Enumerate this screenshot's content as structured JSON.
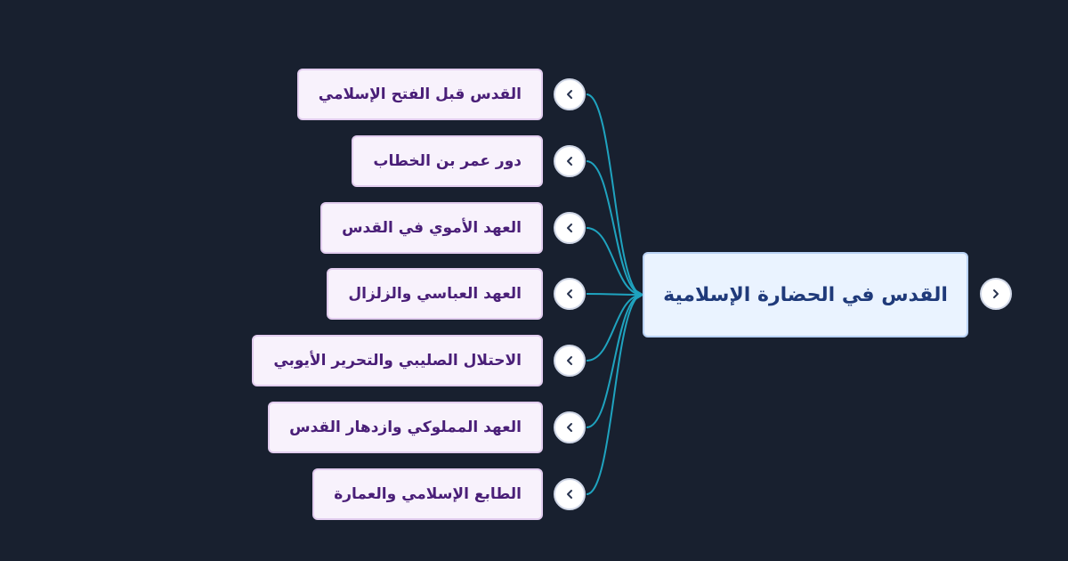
{
  "mindmap": {
    "root": {
      "label": "القدس في الحضارة الإسلامية"
    },
    "children": [
      {
        "label": "القدس قبل الفتح الإسلامي"
      },
      {
        "label": "دور عمر بن الخطاب"
      },
      {
        "label": "العهد الأموي في القدس"
      },
      {
        "label": "العهد العباسي والزلزال"
      },
      {
        "label": "الاحتلال الصليبي والتحرير الأيوبي"
      },
      {
        "label": "العهد المملوكي وازدهار القدس"
      },
      {
        "label": "الطابع الإسلامي والعمارة"
      }
    ]
  },
  "colors": {
    "background": "#18202f",
    "link": "#1fa3bf",
    "root_fill": "#eaf3ff",
    "root_text": "#1f3a7a",
    "child_fill": "#f8f2fc",
    "child_text": "#4a1f78"
  },
  "icons": {
    "toggle": "chevron-icon"
  }
}
